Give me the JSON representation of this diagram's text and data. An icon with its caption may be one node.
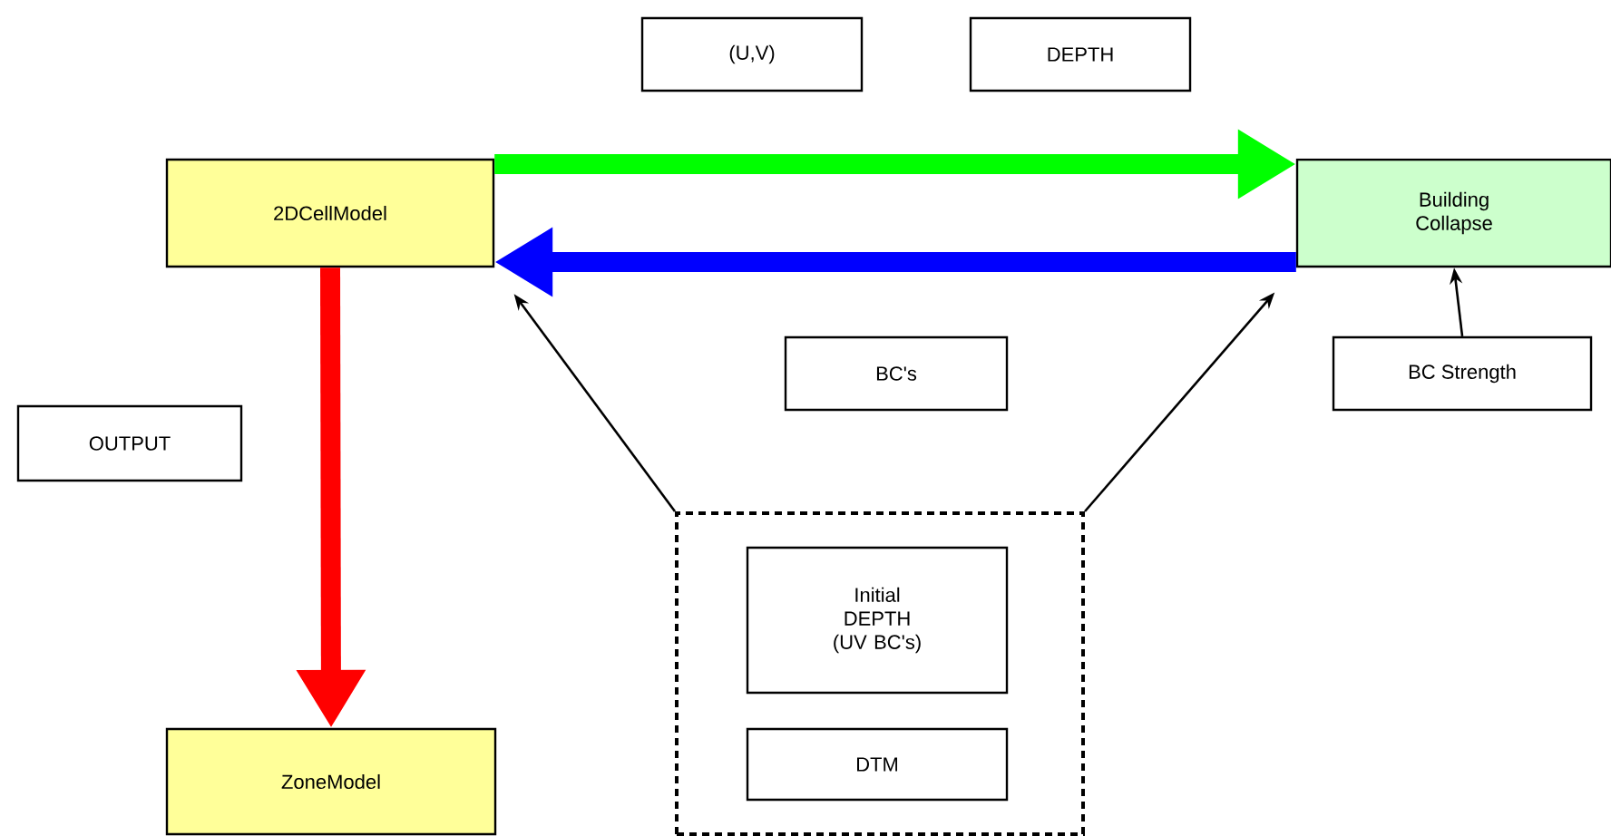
{
  "diagram": {
    "nodes": [
      {
        "text": [
          "2DCellModel"
        ]
      },
      {
        "text": [
          "Building Collapse"
        ]
      },
      {
        "text": [
          "BC Strength"
        ]
      },
      {
        "text": [
          "OUTPUT"
        ]
      },
      {
        "text": [
          "ZoneModel"
        ]
      },
      {
        "text": [],
        "shape": "box"
      },
      {
        "text": [
          "Initial DEPTH (UV BC's)"
        ],
        "in": 5
      },
      {
        "text": [
          "DTM"
        ],
        "in": 5
      },
      {
        "text": [
          "(U,V)"
        ]
      },
      {
        "text": [
          "DEPTH"
        ]
      },
      {
        "text": [
          "BC's"
        ]
      }
    ],
    "edges": [
      {
        "from": 0,
        "to": 1,
        "arrow": "to",
        "style": "thick",
        "color": "#00ff00"
      },
      {
        "from": 1,
        "to": 0,
        "arrow": "to",
        "style": "thick",
        "color": "#0000ff"
      },
      {
        "from": 0,
        "to": 4,
        "arrow": "to",
        "style": "thick",
        "color": "#ff0000"
      },
      {
        "from": 5,
        "to": 0,
        "arrow": "to"
      },
      {
        "from": 5,
        "to": 1,
        "arrow": "to"
      },
      {
        "from": 2,
        "to": 1,
        "arrow": "to"
      }
    ]
  }
}
